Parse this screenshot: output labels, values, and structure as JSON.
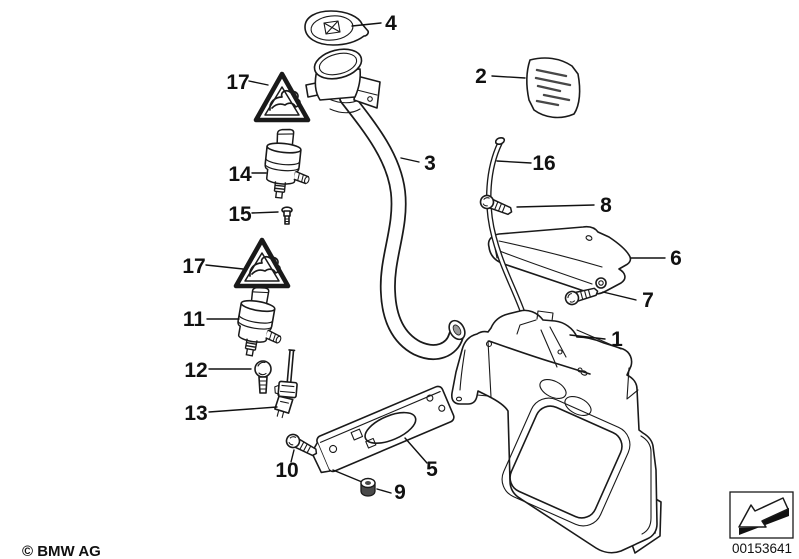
{
  "page": {
    "background_color": "#ffffff",
    "line_color": "#1a1a1a"
  },
  "footer": {
    "copyright": "© BMW AG",
    "diagram_number": "00153641"
  },
  "icons": {
    "warning_triangle": "pinch-hazard-warning-triangle-icon",
    "direction_arrow": "view-direction-arrow-icon",
    "cap_symbol": "washer-fluid-jet-icon"
  },
  "callouts": [
    {
      "label": "4",
      "target": "filler-cap"
    },
    {
      "label": "17",
      "target": "warning-triangle-upper"
    },
    {
      "label": "14",
      "target": "washer-pump-upper"
    },
    {
      "label": "15",
      "target": "screw-pump"
    },
    {
      "label": "17",
      "target": "warning-triangle-lower"
    },
    {
      "label": "11",
      "target": "washer-pump-lower"
    },
    {
      "label": "12",
      "target": "screw-grommet"
    },
    {
      "label": "13",
      "target": "level-sensor"
    },
    {
      "label": "10",
      "target": "screw-plate"
    },
    {
      "label": "9",
      "target": "grommet"
    },
    {
      "label": "5",
      "target": "mounting-plate"
    },
    {
      "label": "3",
      "target": "filler-pipe"
    },
    {
      "label": "2",
      "target": "cover-grille"
    },
    {
      "label": "16",
      "target": "vent-hose"
    },
    {
      "label": "8",
      "target": "screw-bracket-upper"
    },
    {
      "label": "6",
      "target": "support-bracket"
    },
    {
      "label": "7",
      "target": "screw-bracket-lower"
    },
    {
      "label": "1",
      "target": "washer-fluid-reservoir"
    }
  ]
}
